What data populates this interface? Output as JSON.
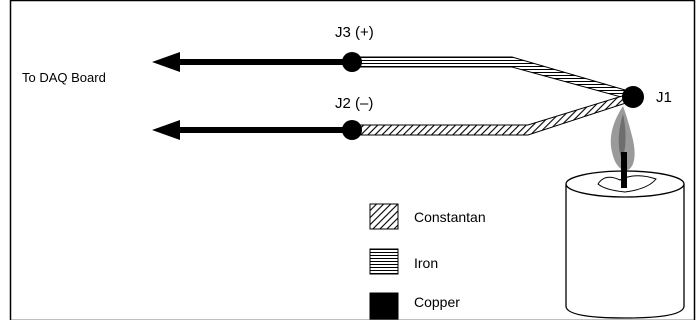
{
  "labels": {
    "junction_j3": "J3  (+)",
    "junction_j2": "J2  (–)",
    "junction_j1": "J1",
    "daq": "To DAQ Board"
  },
  "legend": [
    {
      "label": "Constantan",
      "pattern": "diagonal-hatch"
    },
    {
      "label": "Iron",
      "pattern": "horizontal-stripes"
    },
    {
      "label": "Copper",
      "pattern": "solid-black"
    }
  ],
  "colors": {
    "background": "#ffffff",
    "wire": "#000000",
    "flame": "#9a9a9a",
    "border": "#000000"
  },
  "icons": [
    "arrow-left-icon",
    "candle-icon",
    "flame-icon"
  ]
}
